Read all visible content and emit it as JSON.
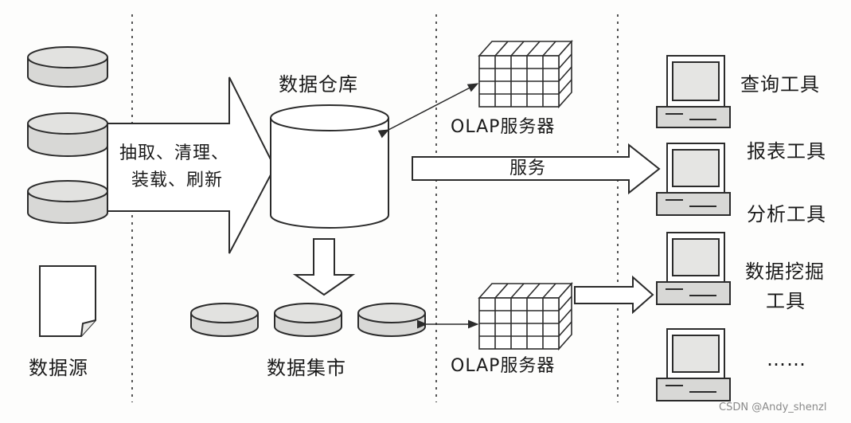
{
  "labels": {
    "data_source": "数据源",
    "etl_line1": "抽取、清理、",
    "etl_line2": "装载、刷新",
    "warehouse": "数据仓库",
    "data_mart": "数据集市",
    "olap_top": "OLAP服务器",
    "olap_bottom": "OLAP服务器",
    "service": "服务",
    "tools": [
      "查询工具",
      "报表工具",
      "分析工具",
      "数据挖掘",
      "工具",
      "……"
    ]
  },
  "watermark": "CSDN @Andy_shenzl",
  "colors": {
    "line": "#2b2b2b",
    "fill_gray": "#d8d8d6",
    "paper": "#ffffff"
  }
}
